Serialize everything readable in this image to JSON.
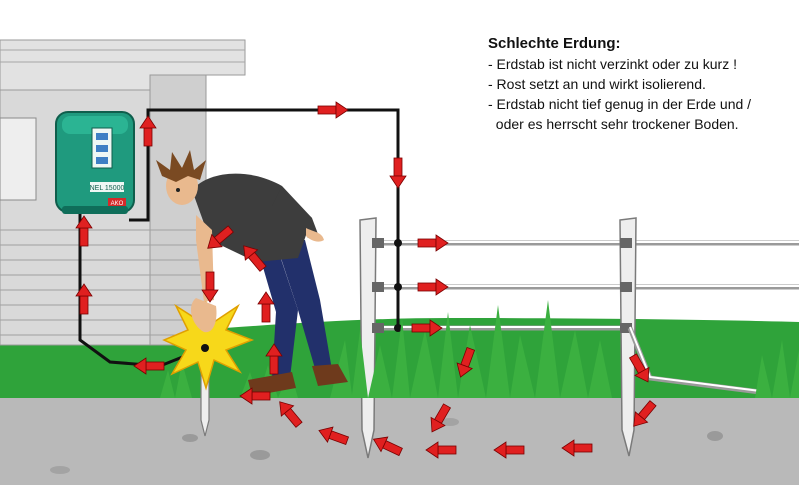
{
  "caption": {
    "title": "Schlechte Erdung:",
    "lines": [
      "- Erdstab ist nicht verzinkt oder zu kurz !",
      "- Rost setzt an und wirkt isolierend.",
      "- Erdstab nicht tief genug in der Erde und /",
      "  oder es herrscht sehr trockener Boden."
    ]
  },
  "energizer": {
    "brand": "AKO",
    "model": "NEL 15000"
  },
  "colors": {
    "arrow": "#e02020",
    "wire": "#111111",
    "grass": "#2fa33a",
    "soil": "#b9b9b9",
    "device": "#1f9a7e",
    "wall": "#d9d9d9"
  },
  "icons": [
    "current-arrow-icon",
    "electric-shock-icon",
    "energizer-device-icon",
    "fence-post-icon",
    "ground-rod-icon",
    "person-icon"
  ]
}
